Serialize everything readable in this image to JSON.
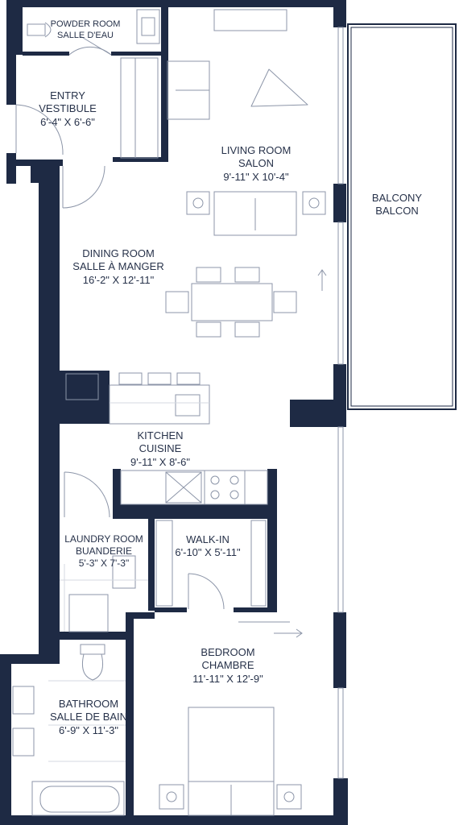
{
  "colors": {
    "wall": "#1e2a44",
    "fixture": "#8c95a8",
    "text": "#27324a",
    "floor_line": "#d5d9e1"
  },
  "rooms": {
    "powder": {
      "name": "POWDER ROOM",
      "name_fr": "SALLE D'EAU"
    },
    "entry": {
      "name": "ENTRY",
      "name_fr": "VESTIBULE",
      "size": "6'-4\" X 6'-6\""
    },
    "living": {
      "name": "LIVING ROOM",
      "name_fr": "SALON",
      "size": "9'-11\" X 10'-4\""
    },
    "balcony": {
      "name": "BALCONY",
      "name_fr": "BALCON"
    },
    "dining": {
      "name": "DINING ROOM",
      "name_fr": "SALLE À MANGER",
      "size": "16'-2\" X 12'-11\""
    },
    "kitchen": {
      "name": "KITCHEN",
      "name_fr": "CUISINE",
      "size": "9'-11\" X 8'-6\""
    },
    "laundry": {
      "name": "LAUNDRY ROOM",
      "name_fr": "BUANDERIE",
      "size": "5'-3\" X 7'-3\""
    },
    "walkin": {
      "name": "WALK-IN",
      "size": "6'-10\" X 5'-11\""
    },
    "bedroom": {
      "name": "BEDROOM",
      "name_fr": "CHAMBRE",
      "size": "11'-11\" X 12'-9\""
    },
    "bathroom": {
      "name": "BATHROOM",
      "name_fr": "SALLE DE BAIN",
      "size": "6'-9\" X 11'-3\""
    }
  }
}
